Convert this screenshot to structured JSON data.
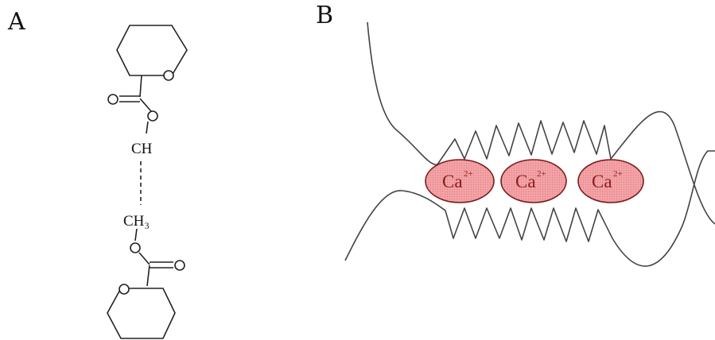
{
  "panels": {
    "a": {
      "label": "A"
    },
    "b": {
      "label": "B"
    }
  },
  "structure_a": {
    "ch_label": "CH",
    "ch3_label": "CH₃"
  },
  "structure_b": {
    "ions": [
      {
        "symbol": "Ca",
        "charge": "2+"
      },
      {
        "symbol": "Ca",
        "charge": "2+"
      },
      {
        "symbol": "Ca",
        "charge": "2+"
      }
    ]
  },
  "colors": {
    "ion_fill": "#f3a3a6",
    "ion_stroke": "#7a1c1c",
    "line": "#333333"
  }
}
